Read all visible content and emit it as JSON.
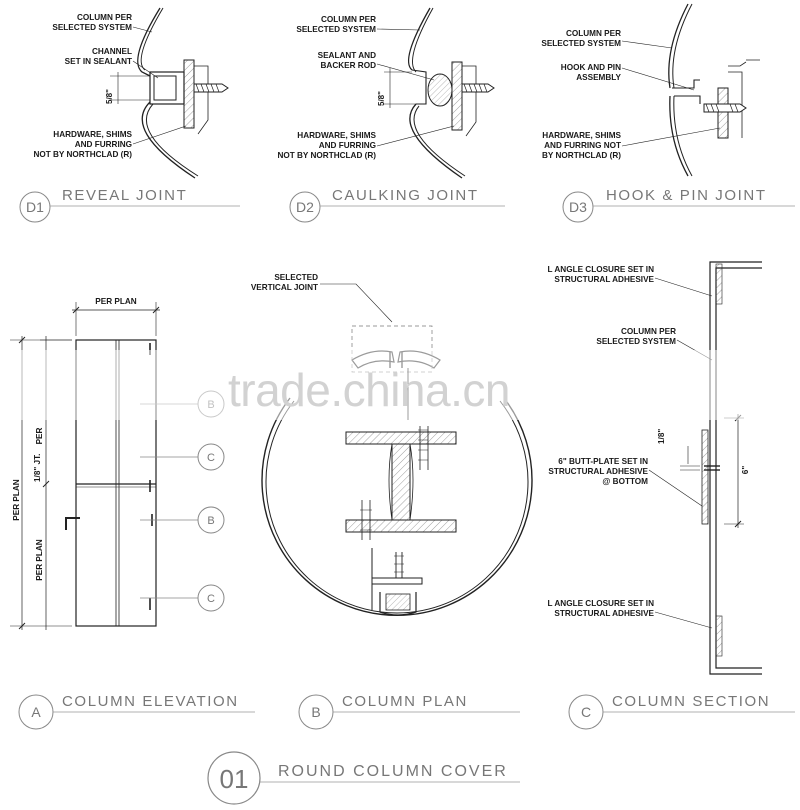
{
  "details": {
    "d1": {
      "tag": "D1",
      "title": "REVEAL JOINT",
      "note1": [
        "COLUMN PER",
        "SELECTED SYSTEM"
      ],
      "note2": [
        "CHANNEL",
        "SET IN SEALANT"
      ],
      "note3": [
        "HARDWARE, SHIMS",
        "AND FURRING",
        "NOT BY NORTHCLAD (R)"
      ],
      "dim": "5/8\""
    },
    "d2": {
      "tag": "D2",
      "title": "CAULKING JOINT",
      "note1": [
        "COLUMN PER",
        "SELECTED SYSTEM"
      ],
      "note2": [
        "SEALANT AND",
        "BACKER ROD"
      ],
      "note3": [
        "HARDWARE, SHIMS",
        "AND FURRING",
        "NOT BY NORTHCLAD (R)"
      ],
      "dim": "5/8\""
    },
    "d3": {
      "tag": "D3",
      "title": "HOOK & PIN JOINT",
      "note1": [
        "COLUMN PER",
        "SELECTED SYSTEM"
      ],
      "note2": [
        "HOOK AND PIN",
        "ASSEMBLY"
      ],
      "note3": [
        "HARDWARE, SHIMS",
        "AND FURRING NOT",
        "BY NORTHCLAD (R)"
      ]
    }
  },
  "elevation": {
    "tag": "A",
    "title": "COLUMN ELEVATION",
    "width_label": "PER PLAN",
    "height_label": "PER PLAN",
    "lower_label": "PER PLAN",
    "upper_label": "PER",
    "joint_label": "1/8\" JT.",
    "callouts": [
      "B",
      "C",
      "B",
      "C"
    ]
  },
  "plan": {
    "tag": "B",
    "title": "COLUMN PLAN",
    "note": [
      "SELECTED",
      "VERTICAL JOINT"
    ]
  },
  "section": {
    "tag": "C",
    "title": "COLUMN SECTION",
    "note_top": [
      "L ANGLE CLOSURE SET IN",
      "STRUCTURAL ADHESIVE"
    ],
    "note_column": [
      "COLUMN PER",
      "SELECTED SYSTEM"
    ],
    "note_plate": [
      "6\" BUTT-PLATE SET IN",
      "STRUCTURAL ADHESIVE",
      "@ BOTTOM"
    ],
    "note_bottom": [
      "L ANGLE CLOSURE SET IN",
      "STRUCTURAL ADHESIVE"
    ],
    "dim_gap": "1/8\"",
    "dim_plate": "6\""
  },
  "sheet": {
    "tag": "01",
    "title": "ROUND COLUMN COVER"
  },
  "watermark": "trade.china.cn"
}
